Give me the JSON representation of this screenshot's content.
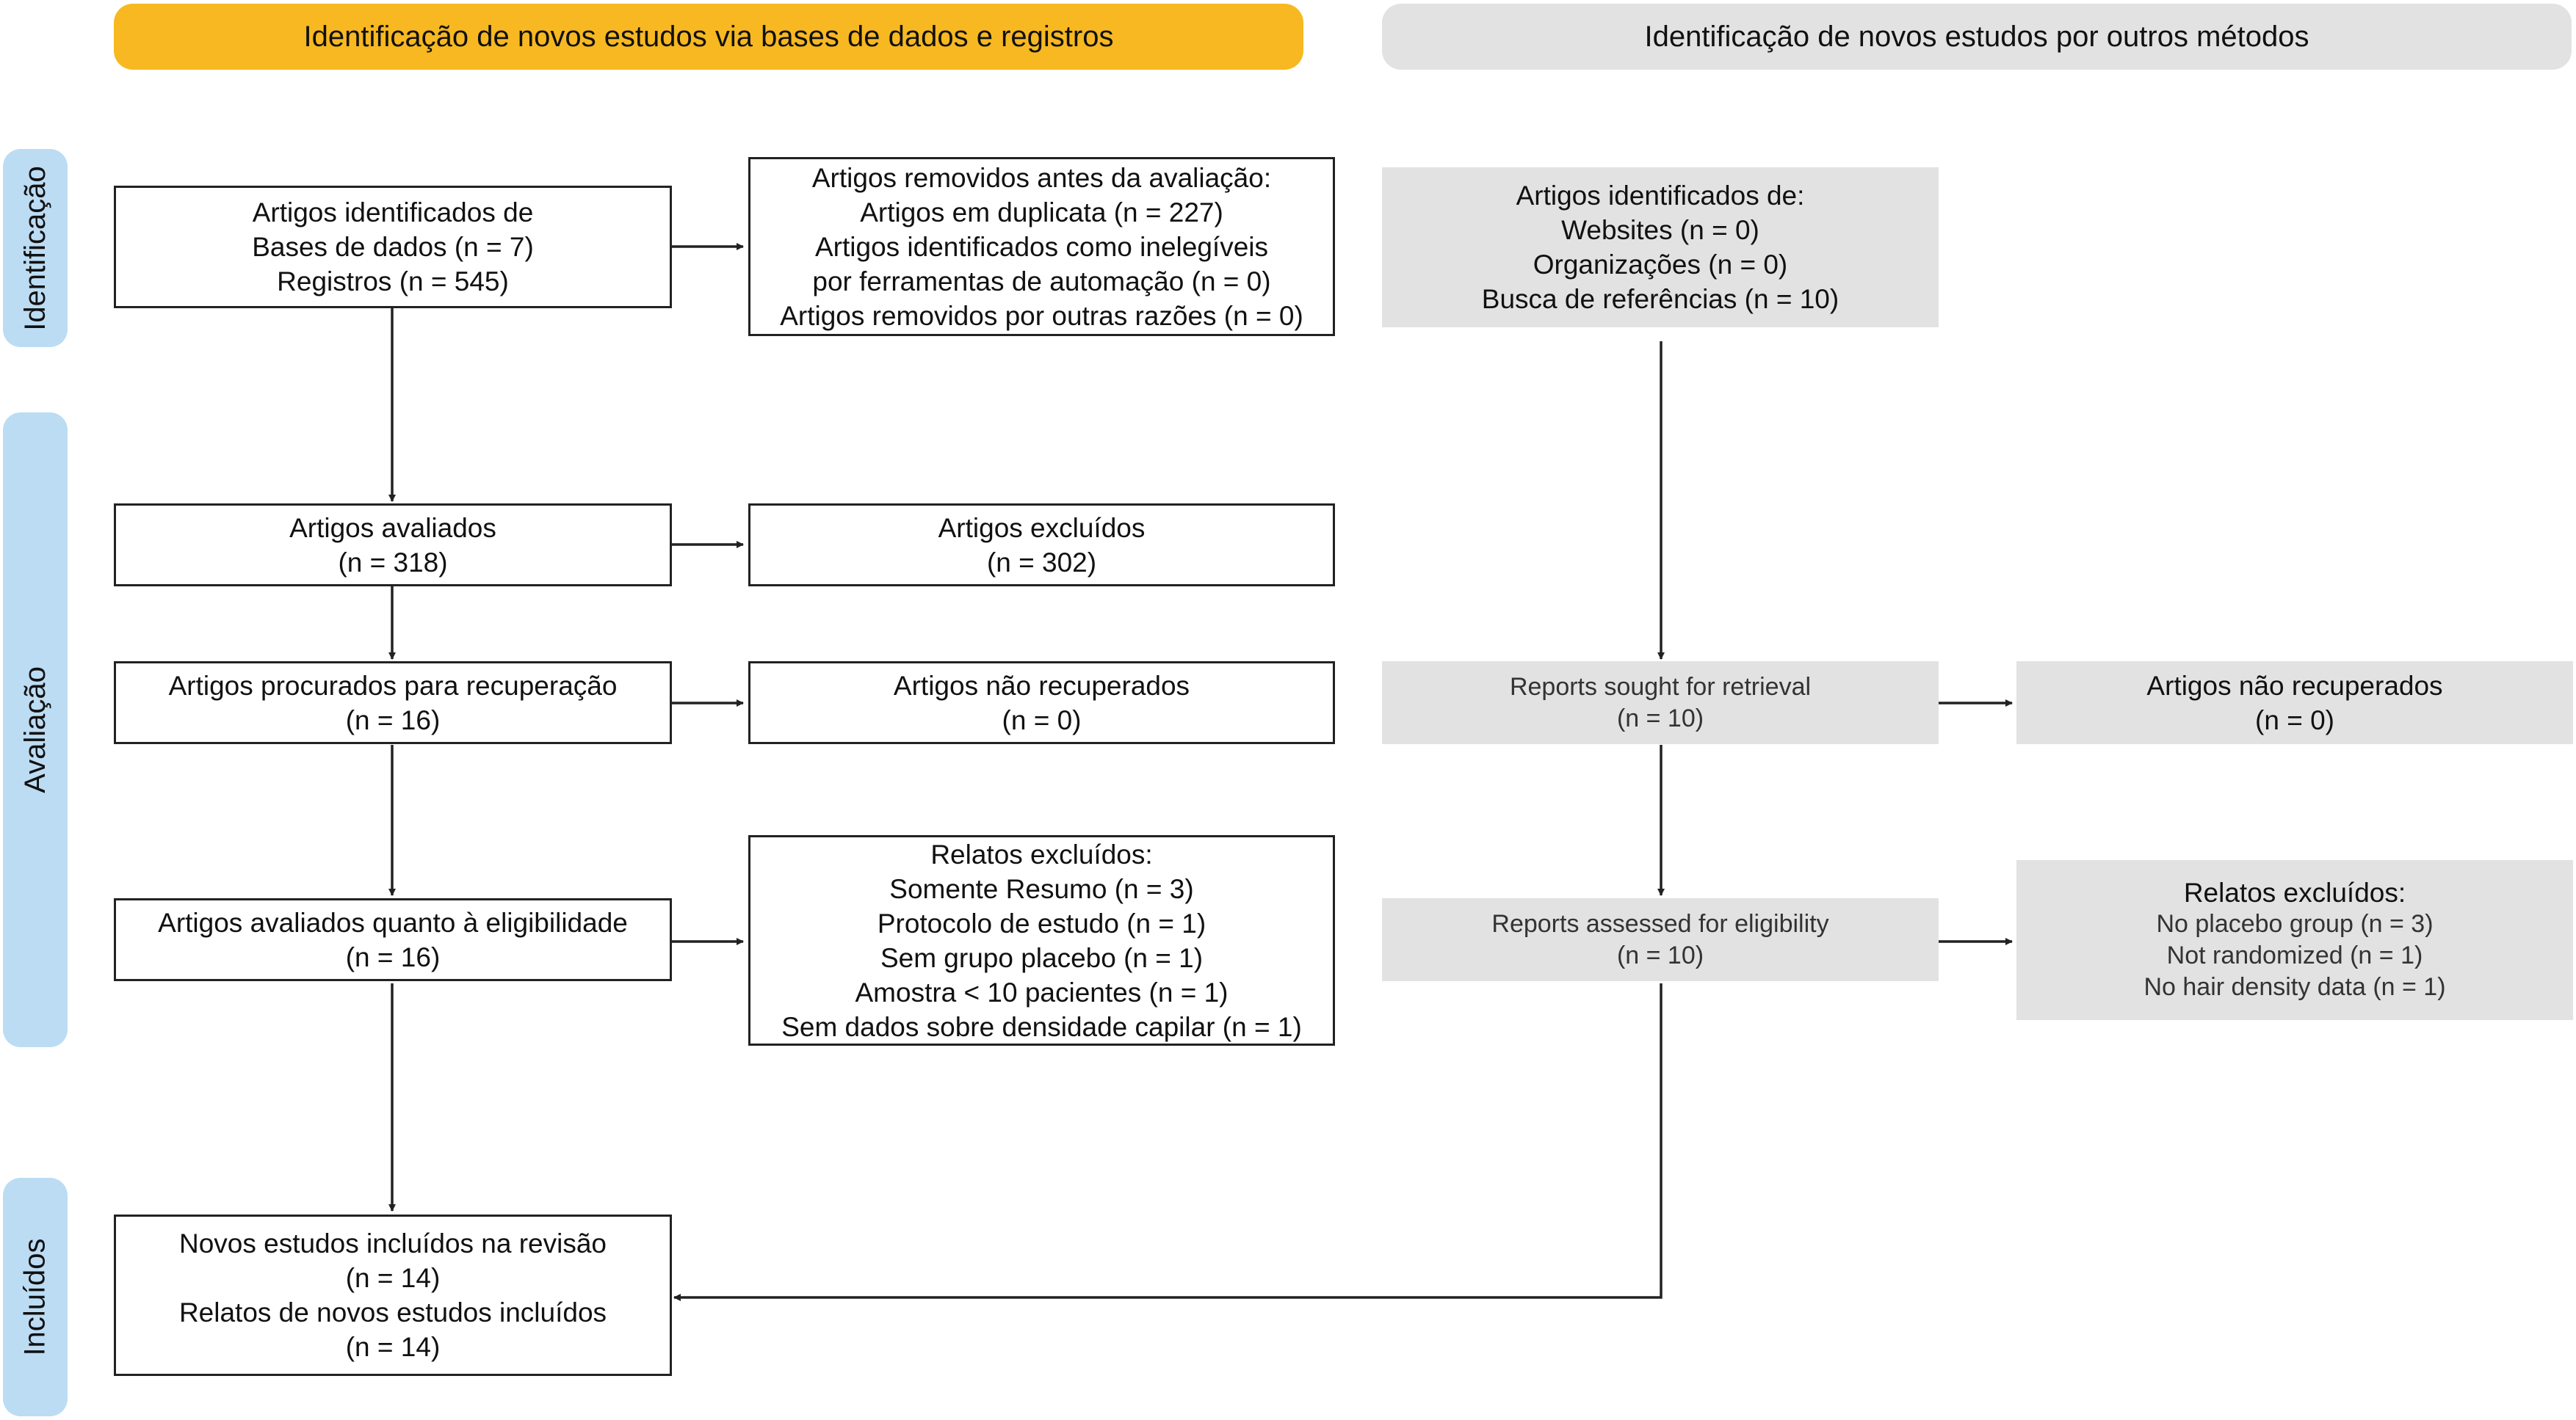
{
  "headers": {
    "left": "Identificação de novos estudos via bases de dados e registros",
    "right": "Identificação de novos estudos por outros métodos"
  },
  "phases": {
    "identification": "Identificação",
    "screening": "Avaliação",
    "included": "Incluídos"
  },
  "databases": {
    "identified": [
      "Artigos identificados de",
      "Bases de dados (n = 7)",
      "Registros (n = 545)"
    ],
    "removed": [
      "Artigos removidos antes da avaliação:",
      "Artigos em duplicata (n = 227)",
      "Artigos identificados como inelegíveis",
      "por ferramentas de automação (n = 0)",
      "Artigos removidos por outras razões (n = 0)"
    ],
    "screened": [
      "Artigos avaliados",
      "(n = 318)"
    ],
    "excluded": [
      "Artigos excluídos",
      "(n = 302)"
    ],
    "sought": [
      "Artigos procurados para recuperação",
      "(n = 16)"
    ],
    "not_retrieved": [
      "Artigos não recuperados",
      "(n = 0)"
    ],
    "eligibility": [
      "Artigos avaliados quanto à eligibilidade",
      "(n = 16)"
    ],
    "reports_excluded": [
      "Relatos excluídos:",
      "Somente Resumo (n = 3)",
      "Protocolo de estudo (n = 1)",
      "Sem grupo placebo (n = 1)",
      "Amostra < 10 pacientes (n = 1)",
      "Sem dados sobre densidade capilar (n = 1)"
    ],
    "included": [
      "Novos estudos incluídos na revisão",
      "(n = 14)",
      "Relatos de novos estudos incluídos",
      "(n = 14)"
    ]
  },
  "other_methods": {
    "identified": [
      "Artigos identificados de:",
      "Websites (n = 0)",
      "Organizações (n = 0)",
      "Busca de referências (n = 10)"
    ],
    "sought": [
      "Reports sought for retrieval",
      "(n = 10)"
    ],
    "not_retrieved": [
      "Artigos não recuperados",
      "(n = 0)"
    ],
    "eligibility": [
      "Reports assessed for eligibility",
      "(n = 10)"
    ],
    "reports_excluded": [
      "Relatos excluídos:",
      "No placebo group (n = 3)",
      "Not randomized (n = 1)",
      "No hair density data (n = 1)"
    ]
  },
  "colors": {
    "left_header": "#f7b821",
    "right_header": "#e2e2e2",
    "phase_label": "#bcdcf4",
    "grey_box": "#e2e2e2",
    "line": "#222222"
  }
}
